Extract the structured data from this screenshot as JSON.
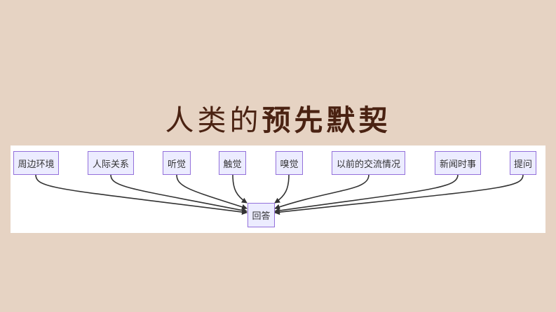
{
  "title": {
    "light": "人类的",
    "bold": "预先默契"
  },
  "diagram": {
    "type": "flowchart",
    "sources": [
      {
        "label": "周边环境"
      },
      {
        "label": "人际关系"
      },
      {
        "label": "听觉"
      },
      {
        "label": "触觉"
      },
      {
        "label": "嗅觉"
      },
      {
        "label": "以前的交流情况"
      },
      {
        "label": "新闻时事"
      },
      {
        "label": "提问"
      }
    ],
    "target": {
      "label": "回答"
    },
    "colors": {
      "node_fill": "#ececff",
      "node_border": "#9370db",
      "edge": "#333333",
      "background": "#e6d3c3",
      "title": "#4a2212"
    }
  }
}
